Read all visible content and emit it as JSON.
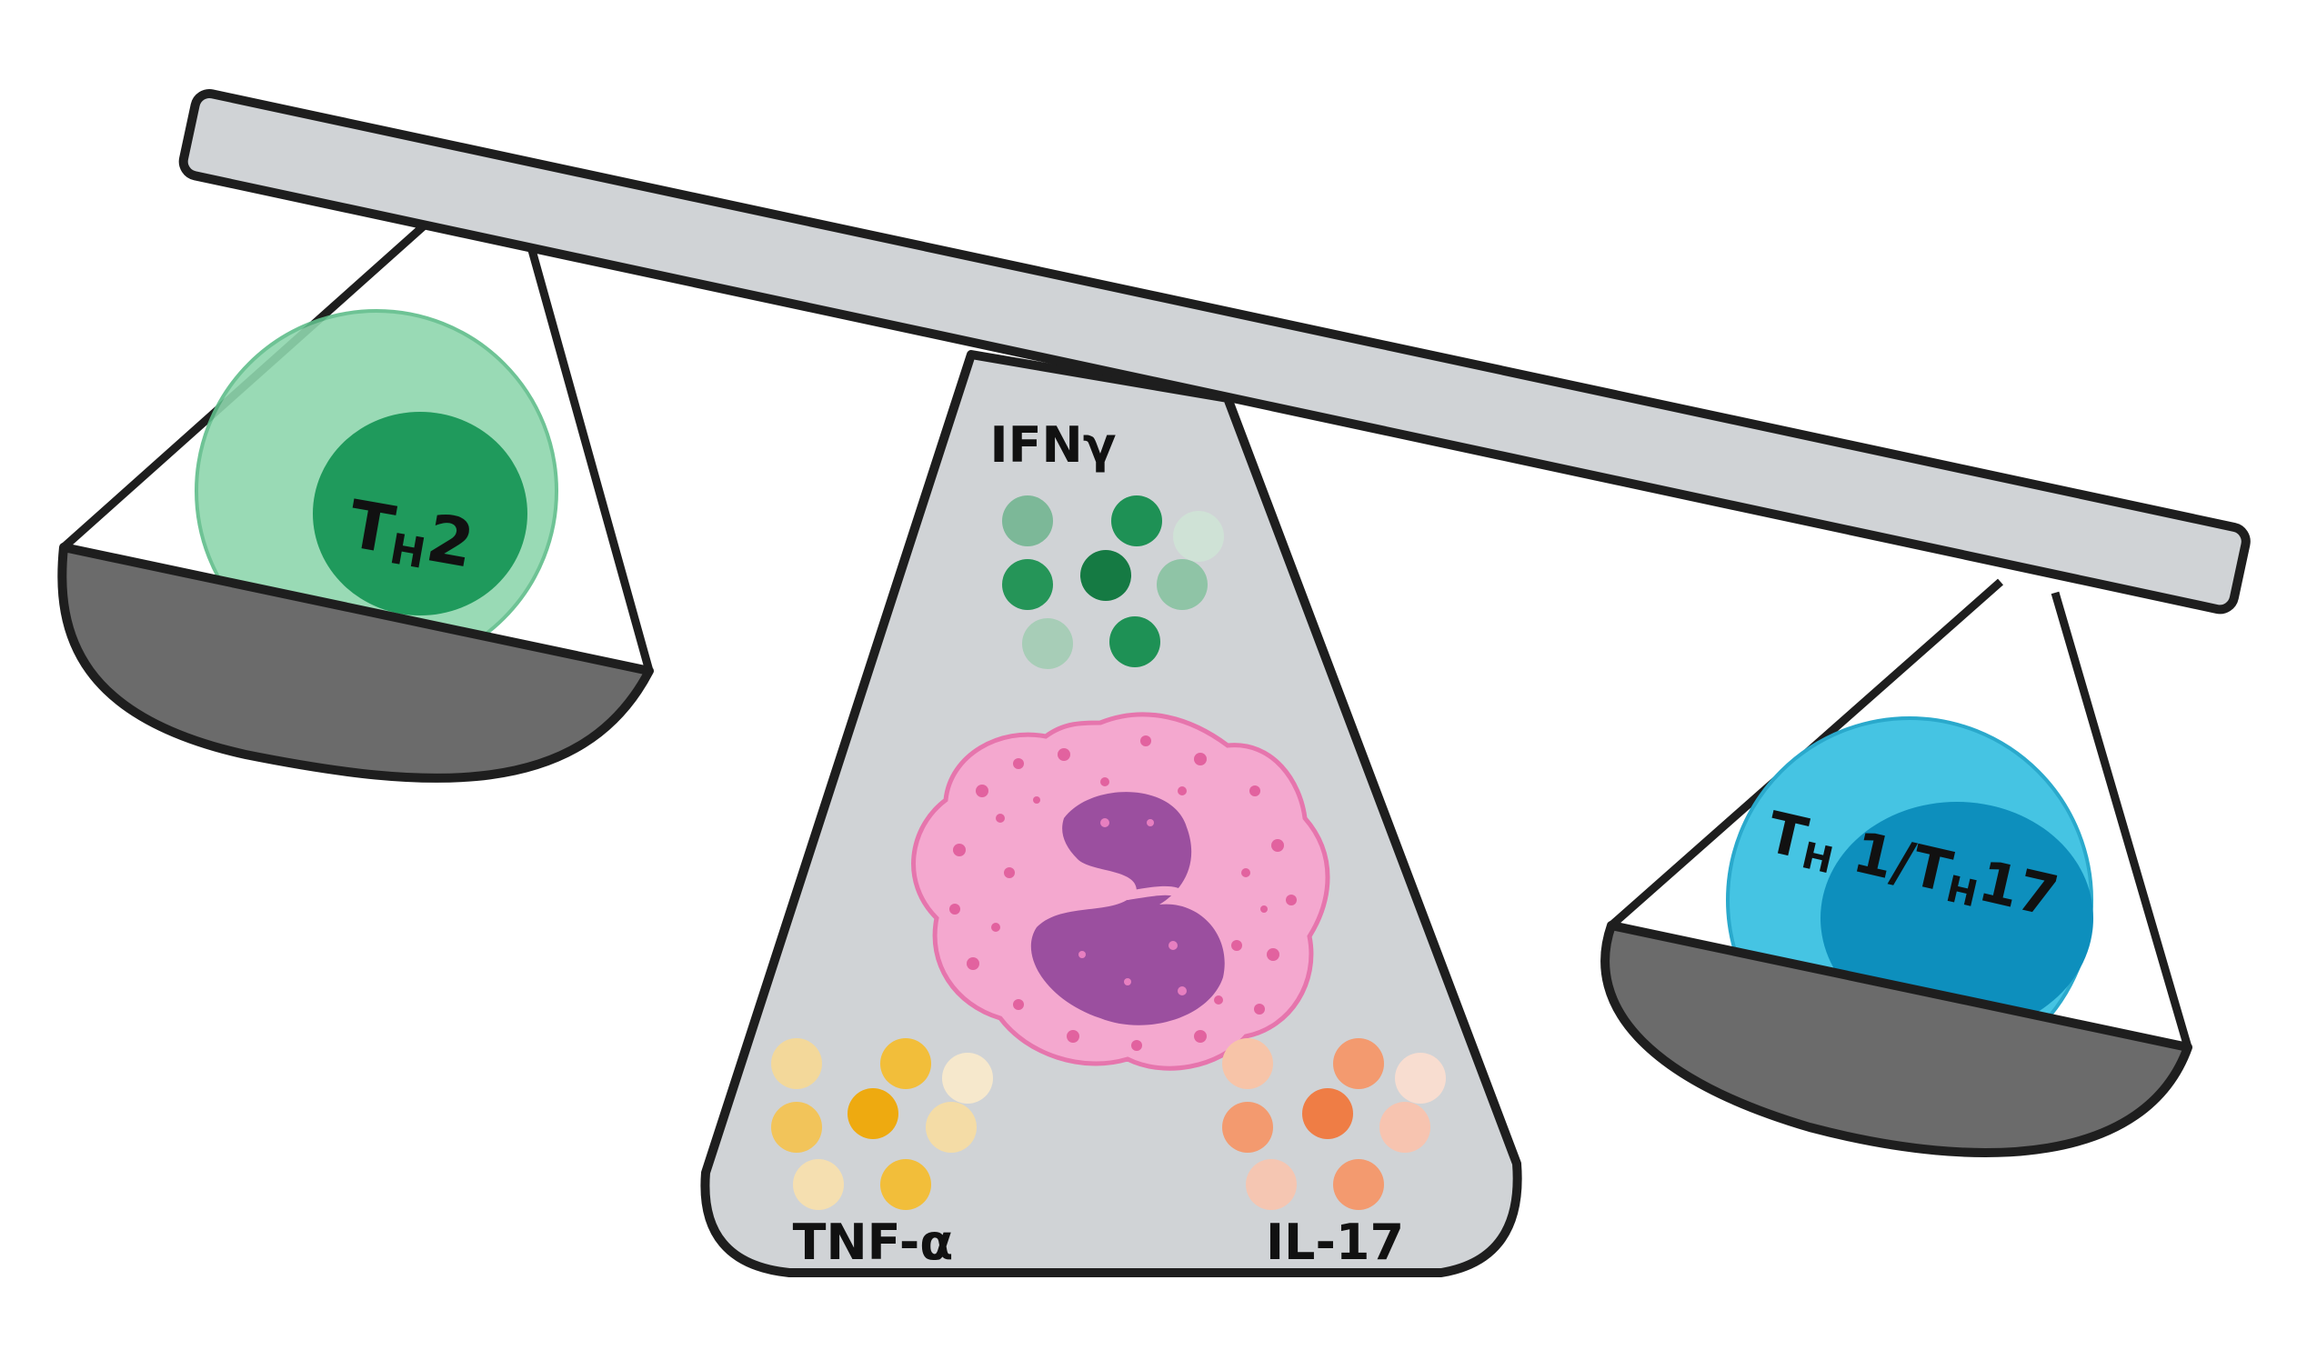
{
  "labels": {
    "left_cell": {
      "main": "T",
      "sub": "H",
      "suffix": "2"
    },
    "right_cell": {
      "main1": "T",
      "sub1": "H",
      "mid": " 1/T",
      "sub2": "H",
      "suffix": "17"
    },
    "cytokine_top": "IFNγ",
    "cytokine_bottom_left": "TNF-α",
    "cytokine_bottom_right": "IL-17"
  },
  "colors": {
    "beam": "#d0d3d6",
    "pan": "#6b6b6b",
    "outline": "#1e1e1e",
    "th2_outer": "#8fd6ad",
    "th2_inner": "#1f9a5c",
    "th1_outer": "#45c4e3",
    "th1_inner": "#0d8fbd",
    "ifng": "#1c8a50",
    "tnfa": "#f0b92d",
    "il17": "#f28a5e",
    "neutrophil_cytoplasm": "#f4a8cf",
    "neutrophil_nucleus": "#9b4f9f"
  }
}
